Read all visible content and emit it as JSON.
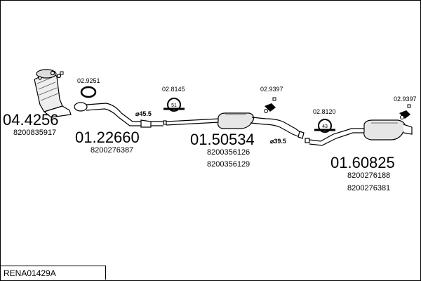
{
  "diagram_code": "RENA01429A",
  "parts": [
    {
      "id": "catalyst",
      "number": "04.4256",
      "oem": [
        "8200835917"
      ]
    },
    {
      "id": "front-pipe",
      "number": "01.22660",
      "oem": [
        "8200276387"
      ]
    },
    {
      "id": "middle-silencer",
      "number": "01.50534",
      "oem": [
        "8200356126",
        "8200356129"
      ]
    },
    {
      "id": "rear-silencer",
      "number": "01.60825",
      "oem": [
        "8200276188",
        "8200276381"
      ]
    }
  ],
  "accessories": [
    {
      "id": "gasket",
      "number": "02.9251"
    },
    {
      "id": "clamp-51",
      "number": "02.8145",
      "size": "51"
    },
    {
      "id": "rubber-mount-1",
      "number": "02.9397"
    },
    {
      "id": "clamp-43",
      "number": "02.8120",
      "size": "43"
    },
    {
      "id": "rubber-mount-2",
      "number": "02.9397"
    }
  ],
  "diameters": [
    "⌀45.5",
    "⌀39.5"
  ]
}
